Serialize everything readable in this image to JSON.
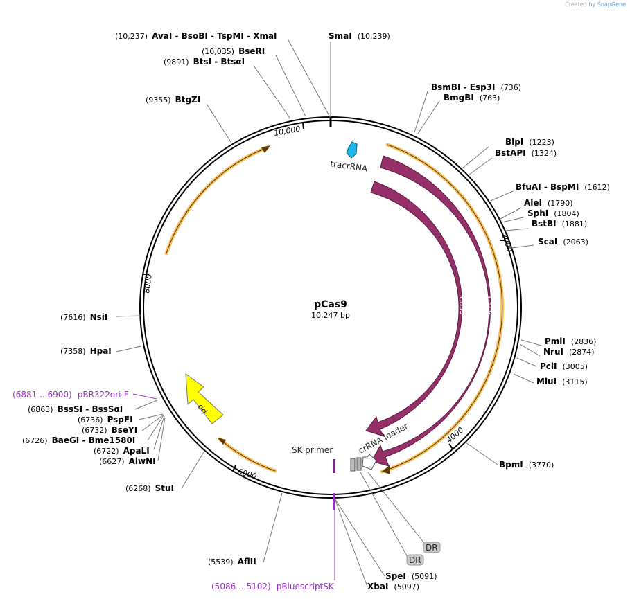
{
  "credit": {
    "prefix": "Created by",
    "brand": "SnapGene"
  },
  "plasmid": {
    "name": "pCas9",
    "length_label": "10,247 bp",
    "length": 10247
  },
  "ticks": [
    {
      "bp": 2000,
      "label": "2000"
    },
    {
      "bp": 4000,
      "label": "4000"
    },
    {
      "bp": 6000,
      "label": "6000"
    },
    {
      "bp": 8000,
      "label": "8000"
    },
    {
      "bp": 10000,
      "label": "10,000"
    }
  ],
  "enzymes": [
    {
      "id": "smai",
      "name": "SmaI",
      "pos": "(10,239)",
      "bp": 10239
    },
    {
      "id": "avai",
      "name": "AvaI  - BsoBI  - TspMI  - XmaI",
      "pos": "(10,237)",
      "bp": 10237
    },
    {
      "id": "bseri",
      "name": "BseRI",
      "pos": "(10,035)",
      "bp": 10035
    },
    {
      "id": "btsi",
      "name": "BtsI  - BtsαI",
      "pos": "(9891)",
      "bp": 9891
    },
    {
      "id": "btgzi",
      "name": "BtgZI",
      "pos": "(9355)",
      "bp": 9355
    },
    {
      "id": "bsmbi",
      "name": "BsmBI  - Esp3I",
      "pos": "(736)",
      "bp": 736
    },
    {
      "id": "bmgbi",
      "name": "BmgBI",
      "pos": "(763)",
      "bp": 763
    },
    {
      "id": "blpi",
      "name": "BlpI",
      "pos": "(1223)",
      "bp": 1223
    },
    {
      "id": "bstapi",
      "name": "BstAPI",
      "pos": "(1324)",
      "bp": 1324
    },
    {
      "id": "bfuai",
      "name": "BfuAI  - BspMI",
      "pos": "(1612)",
      "bp": 1612
    },
    {
      "id": "alei",
      "name": "AleI",
      "pos": "(1790)",
      "bp": 1790
    },
    {
      "id": "sphi",
      "name": "SphI",
      "pos": "(1804)",
      "bp": 1804
    },
    {
      "id": "bstbi",
      "name": "BstBI",
      "pos": "(1881)",
      "bp": 1881
    },
    {
      "id": "scai",
      "name": "ScaI",
      "pos": "(2063)",
      "bp": 2063
    },
    {
      "id": "pmli",
      "name": "PmlI",
      "pos": "(2836)",
      "bp": 2836
    },
    {
      "id": "nrui",
      "name": "NruI",
      "pos": "(2874)",
      "bp": 2874
    },
    {
      "id": "pcii",
      "name": "PciI",
      "pos": "(3005)",
      "bp": 3005
    },
    {
      "id": "mlui",
      "name": "MluI",
      "pos": "(3115)",
      "bp": 3115
    },
    {
      "id": "bpmi",
      "name": "BpmI",
      "pos": "(3770)",
      "bp": 3770
    },
    {
      "id": "spei",
      "name": "SpeI",
      "pos": "(5091)",
      "bp": 5091
    },
    {
      "id": "xbai",
      "name": "XbaI",
      "pos": "(5097)",
      "bp": 5097
    },
    {
      "id": "aflii",
      "name": "AflII",
      "pos": "(5539)",
      "bp": 5539
    },
    {
      "id": "stui",
      "name": "StuI",
      "pos": "(6268)",
      "bp": 6268
    },
    {
      "id": "alwni",
      "name": "AlwNI",
      "pos": "(6627)",
      "bp": 6627
    },
    {
      "id": "apali",
      "name": "ApaLI",
      "pos": "(6722)",
      "bp": 6722
    },
    {
      "id": "baegi",
      "name": "BaeGI  - Bme1580I",
      "pos": "(6726)",
      "bp": 6726
    },
    {
      "id": "bseyi",
      "name": "BseYI",
      "pos": "(6732)",
      "bp": 6732
    },
    {
      "id": "pspfi",
      "name": "PspFI",
      "pos": "(6736)",
      "bp": 6736
    },
    {
      "id": "bsssi",
      "name": "BssSI  - BssSαI",
      "pos": "(6863)",
      "bp": 6863
    },
    {
      "id": "hpai",
      "name": "HpaI",
      "pos": "(7358)",
      "bp": 7358
    },
    {
      "id": "nsii",
      "name": "NsiI",
      "pos": "(7616)",
      "bp": 7616
    }
  ],
  "primers": [
    {
      "id": "pbr322ori",
      "name": "pBR322ori-F",
      "pos": "(6881 .. 6900)"
    },
    {
      "id": "pbluescriptsk",
      "name": "pBluescriptSK",
      "pos": "(5086 .. 5102)"
    }
  ],
  "features": {
    "tracrrna": "tracrRNA",
    "cas9_inner": "Cas9",
    "cas9_outer": "Cas9",
    "crrna": "crRNA leader",
    "sk_primer": "SK primer",
    "ori": "ori",
    "dr1": "DR",
    "dr2": "DR"
  },
  "colors": {
    "cas9": "#96306a",
    "ori": "#ffff00",
    "tracrrna": "#1fb7e8",
    "orf": "#f5b74a",
    "primer": "#9b30c8",
    "dr": "#b8b8b8"
  }
}
